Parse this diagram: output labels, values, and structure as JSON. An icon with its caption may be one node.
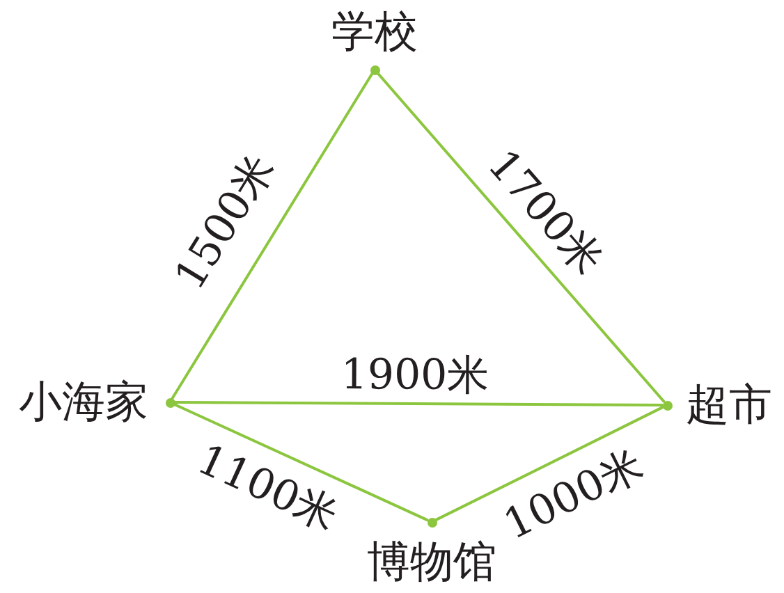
{
  "diagram": {
    "nodes": [
      {
        "text": [
          "学校"
        ]
      },
      {
        "text": [
          "小海家"
        ]
      },
      {
        "text": [
          "超市"
        ]
      },
      {
        "text": [
          "博物馆"
        ]
      }
    ],
    "edges": [
      {
        "from": 0,
        "to": 1,
        "arrow": "none",
        "label": "1500米"
      },
      {
        "from": 0,
        "to": 2,
        "arrow": "none",
        "label": "1700米"
      },
      {
        "from": 1,
        "to": 2,
        "arrow": "none",
        "label": "1900米"
      },
      {
        "from": 1,
        "to": 3,
        "arrow": "none",
        "label": "1100米"
      },
      {
        "from": 3,
        "to": 2,
        "arrow": "none",
        "label": "1000米"
      }
    ]
  }
}
